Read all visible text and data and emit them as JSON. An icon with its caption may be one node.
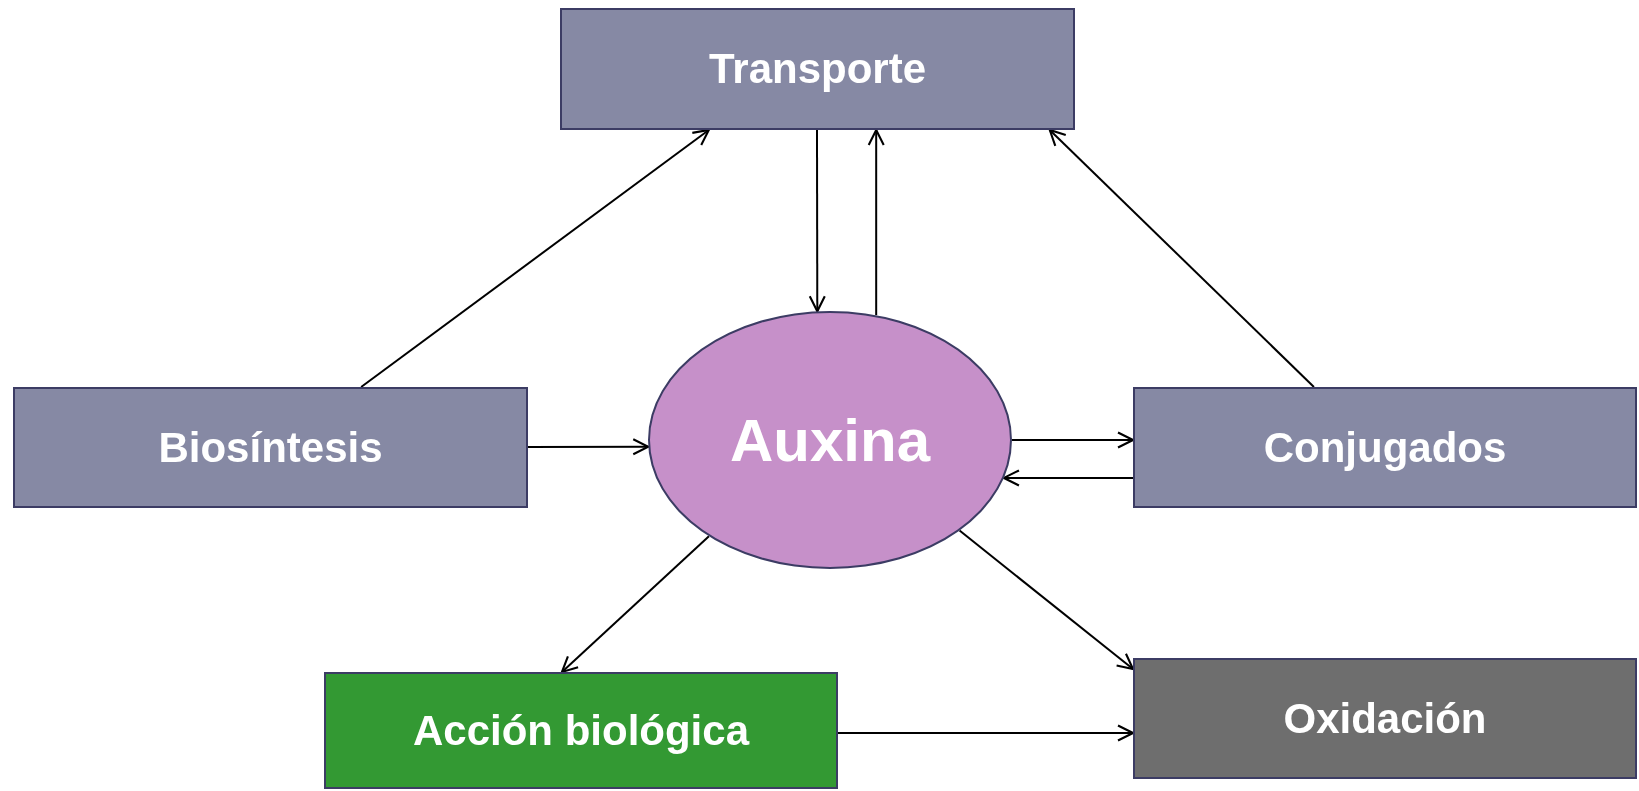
{
  "diagram": {
    "nodes": [
      {
        "text": [
          "Transporte"
        ]
      },
      {
        "text": [
          "Biosíntesis"
        ]
      },
      {
        "text": [
          "Auxina"
        ]
      },
      {
        "text": [
          "Conjugados"
        ]
      },
      {
        "text": [
          "Acción biológica"
        ]
      },
      {
        "text": [
          "Oxidación"
        ]
      }
    ],
    "edges": [
      {
        "from": 1,
        "to": 0,
        "arrow": "to"
      },
      {
        "from": 0,
        "to": 2,
        "arrow": "to"
      },
      {
        "from": 2,
        "to": 0,
        "arrow": "to"
      },
      {
        "from": 3,
        "to": 0,
        "arrow": "to"
      },
      {
        "from": 1,
        "to": 2,
        "arrow": "to"
      },
      {
        "from": 2,
        "to": 3,
        "arrow": "to"
      },
      {
        "from": 3,
        "to": 2,
        "arrow": "to"
      },
      {
        "from": 2,
        "to": 4,
        "arrow": "to"
      },
      {
        "from": 2,
        "to": 5,
        "arrow": "to"
      },
      {
        "from": 4,
        "to": 5,
        "arrow": "to"
      }
    ]
  }
}
